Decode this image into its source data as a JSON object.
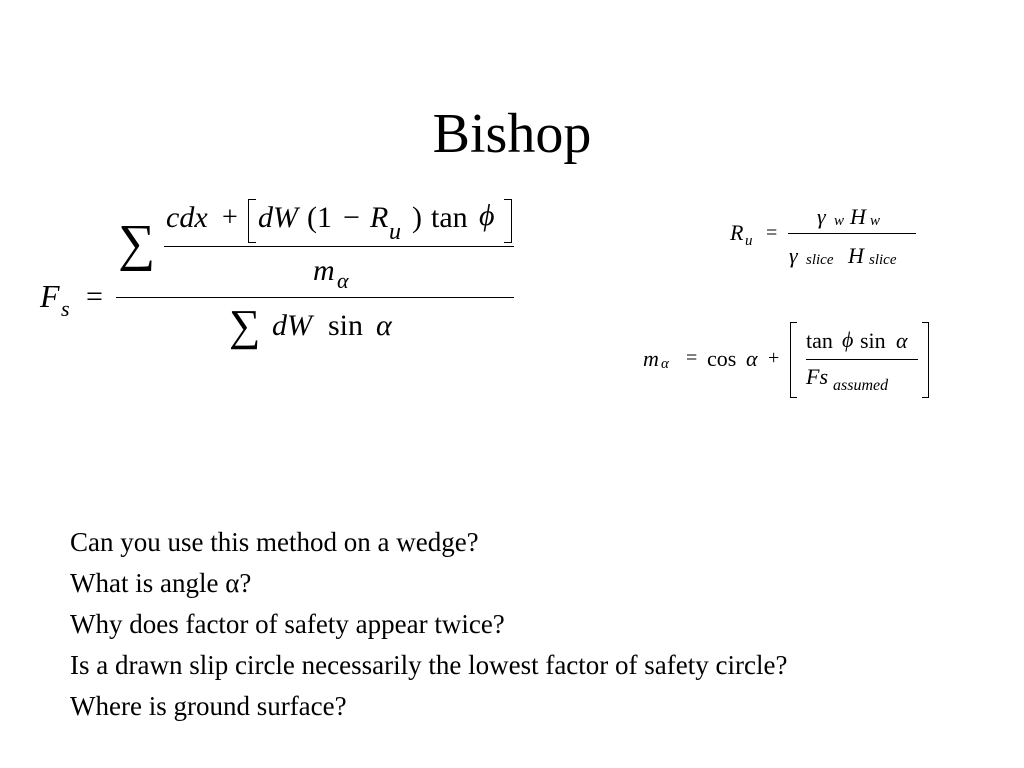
{
  "slide": {
    "title": "Bishop"
  },
  "equations": {
    "factor_of_safety": {
      "lhs_F": "F",
      "lhs_sub": "s",
      "equals": "=",
      "sum_top": "∑",
      "num_c": "cdx",
      "num_plus": "+",
      "num_dW": "dW",
      "num_open": "(1",
      "num_minus": "−",
      "num_R": "R",
      "num_R_sub": "u",
      "num_close": ")",
      "num_tan": "tan",
      "num_phi": "ϕ",
      "inner_den_m": "m",
      "inner_den_alpha": "α",
      "sum_bottom": "∑",
      "den_dW": "dW",
      "den_sin": "sin",
      "den_alpha": "α"
    },
    "pore_pressure_ratio": {
      "lhs_R": "R",
      "lhs_sub": "u",
      "equals": "=",
      "num_gamma": "γ",
      "num_gamma_sub": "w",
      "num_H": "H",
      "num_H_sub": "w",
      "den_gamma": "γ",
      "den_gamma_sub": "slice",
      "den_H": "H",
      "den_H_sub": "slice"
    },
    "m_alpha": {
      "lhs_m": "m",
      "lhs_sub": "α",
      "equals": "=",
      "cos": "cos",
      "cos_alpha": "α",
      "plus": "+",
      "num_tan": "tan",
      "num_phi": "ϕ",
      "num_sin": "sin",
      "num_alpha": "α",
      "den_Fs": "Fs",
      "den_sub": "assumed"
    }
  },
  "questions": [
    "Can you use this method on a wedge?",
    "What is angle α?",
    "Why does factor of safety appear twice?",
    "Is a drawn slip circle necessarily the lowest factor of safety circle?",
    "Where is ground surface?"
  ]
}
